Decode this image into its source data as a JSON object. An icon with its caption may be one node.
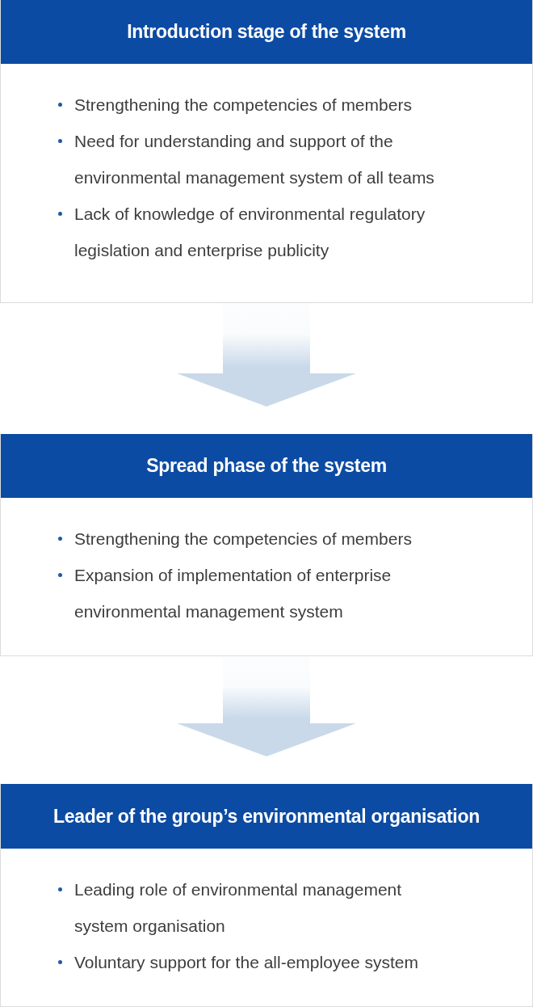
{
  "diagram": {
    "nodes": [
      {
        "text": [
          "Introduction stage of the system",
          "Strengthening the competencies of members",
          "Need for understanding and support of the environmental management system of all teams",
          "Lack of knowledge of environmental regulatory legislation and enterprise publicity"
        ]
      },
      {
        "text": [
          "Spread phase of the system",
          "Strengthening the competencies of members",
          "Expansion of implementation of enterprise environmental management system"
        ]
      },
      {
        "text": [
          "Leader of the group’s environmental organisation",
          "Leading role of environmental management system organisation",
          "Voluntary support for the all-employee system"
        ]
      }
    ],
    "edges": [
      {
        "from": 0,
        "to": 1,
        "arrow": "to"
      },
      {
        "from": 1,
        "to": 2,
        "arrow": "to"
      }
    ]
  }
}
